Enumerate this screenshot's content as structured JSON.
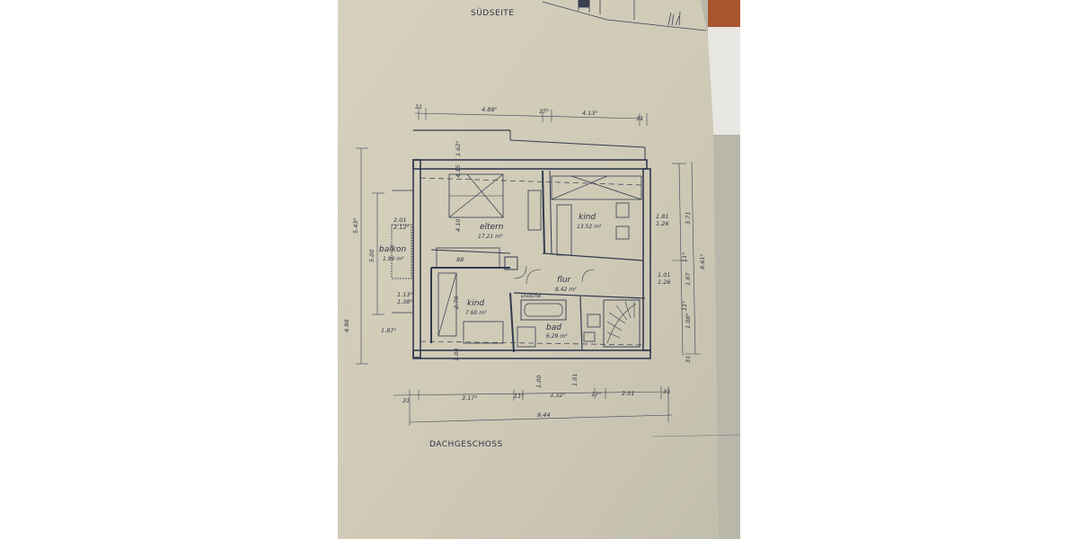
{
  "sheet": {
    "top_label": "SÜDSEITE",
    "bottom_label": "DACHGESCHOSS"
  },
  "rooms": {
    "eltern": {
      "name": "eltern",
      "area": "17.21 m²"
    },
    "kind_top": {
      "name": "kind",
      "area": "13.52 m²"
    },
    "balkon": {
      "name": "balkon",
      "area": "1.99 m²"
    },
    "flur": {
      "name": "flur",
      "area": "8.42 m²"
    },
    "kind_bottom": {
      "name": "kind",
      "area": "7.60 m²"
    },
    "bad": {
      "name": "bad",
      "area": "6.29 m²"
    },
    "dusche": {
      "name": "Dusche"
    }
  },
  "dimensions": {
    "top": [
      "31",
      "4.88⁵",
      "17⁵",
      "4.13⁵",
      "31"
    ],
    "bottom_row": [
      "31",
      "3.17⁵",
      "11⁵",
      "3.32⁵",
      "17⁵",
      "2.01",
      "31"
    ],
    "bottom_total": "9.44",
    "left_outer": [
      "5.43⁵",
      "4.98"
    ],
    "left_inner": [
      "5.00"
    ],
    "left_small": [
      "2.01",
      "2.12⁵",
      "1.13⁵",
      "1.38⁵",
      "1.87⁵"
    ],
    "right": [
      "3.71",
      "8.61⁵",
      "1.87",
      "1.08⁵",
      "31"
    ],
    "right_small": [
      "1.81",
      "1.26",
      "1.01",
      "1.26",
      "11⁵",
      "11⁵"
    ],
    "interior": [
      "1.62⁵",
      "4.10",
      "4.15",
      "2.78",
      "88",
      "1.00",
      "1.01",
      "1.00"
    ]
  }
}
